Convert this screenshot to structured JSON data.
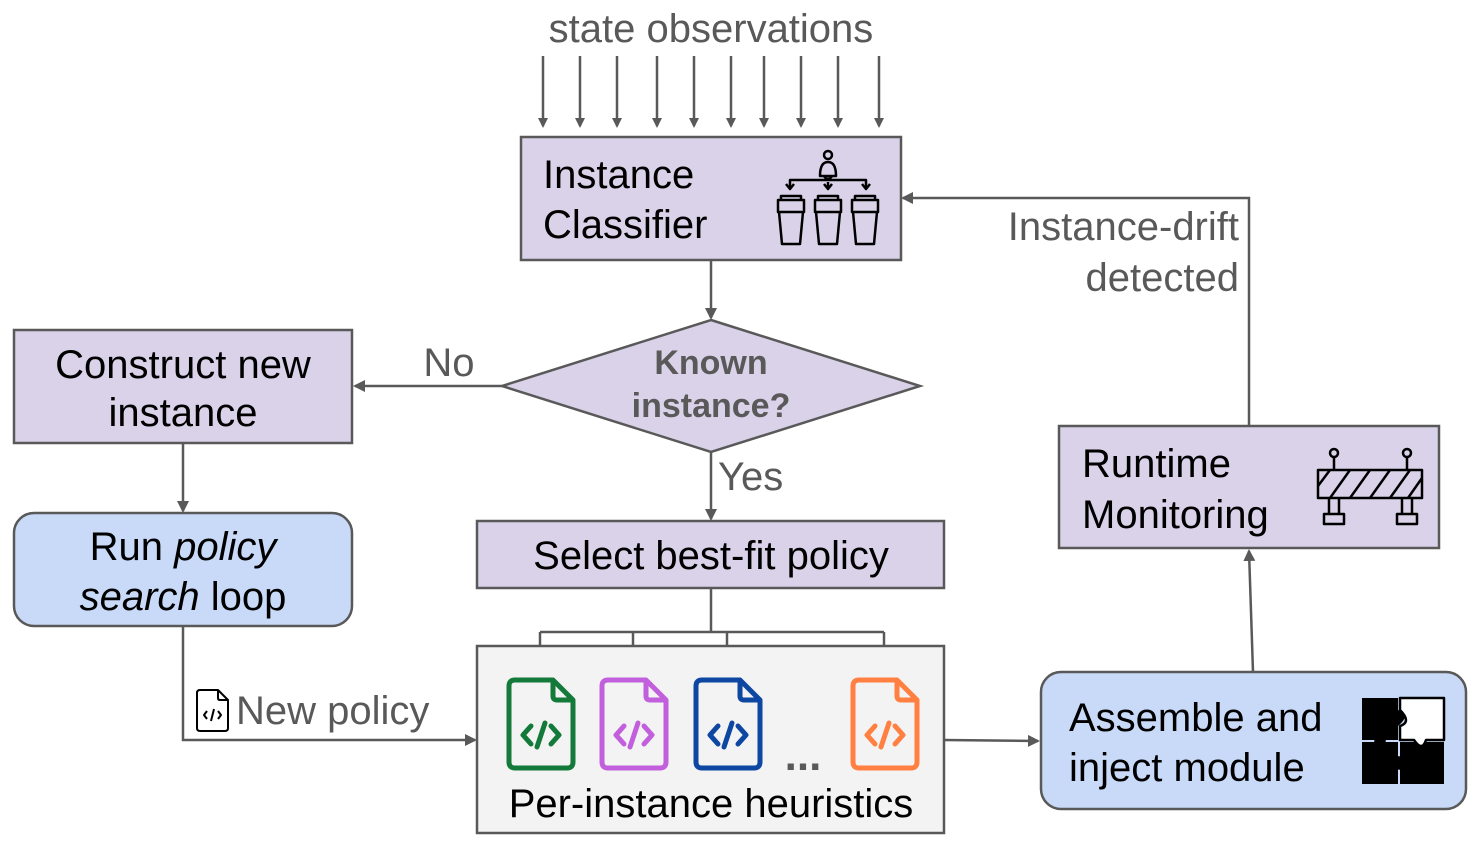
{
  "colors": {
    "purple_fill": "#d9d2e9",
    "blue_fill": "#c9daf8",
    "gray_fill": "#f3f3f3",
    "stroke": "#595959",
    "label_gray": "#595959",
    "green": "#137a3a",
    "violet": "#c25fdd",
    "navy": "#0d47a1",
    "orange": "#ff8040"
  },
  "top_label": "state observations",
  "classifier": {
    "line1": "Instance",
    "line2": "Classifier",
    "icon": "sorting-bins-icon"
  },
  "decision": {
    "line1": "Known",
    "line2": "instance?",
    "no": "No",
    "yes": "Yes"
  },
  "construct": {
    "line1": "Construct new",
    "line2": "instance"
  },
  "search": {
    "run": "Run ",
    "policy": "policy",
    "search": "search",
    "loop": " loop"
  },
  "select": {
    "label": "Select best-fit policy"
  },
  "heuristics": {
    "label": "Per-instance heuristics",
    "ellipsis": "...",
    "icon": "code-file-icon"
  },
  "new_policy": {
    "label": "New policy",
    "icon": "code-file-icon"
  },
  "assemble": {
    "line1": "Assemble and",
    "line2": "inject module",
    "icon": "puzzle-icon"
  },
  "monitor": {
    "line1": "Runtime",
    "line2": "Monitoring",
    "icon": "barrier-icon"
  },
  "drift": {
    "line1": "Instance-drift",
    "line2": "detected"
  }
}
